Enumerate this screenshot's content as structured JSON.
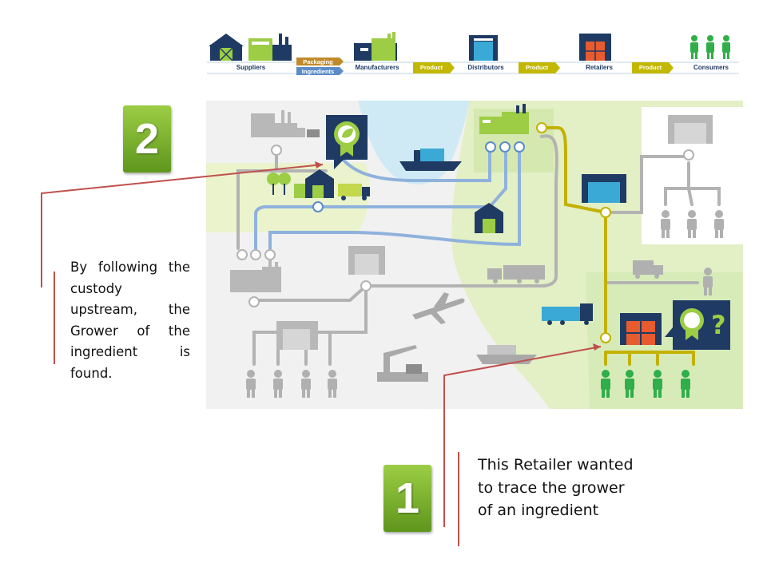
{
  "header": {
    "stages": [
      {
        "label": "Suppliers"
      },
      {
        "label": "Manufacturers"
      },
      {
        "label": "Distributors"
      },
      {
        "label": "Retailers"
      },
      {
        "label": "Consumers"
      }
    ],
    "arrows": {
      "packaging": "Packaging",
      "ingredients": "Ingredients",
      "product_1": "Product",
      "product_2": "Product",
      "product_3": "Product"
    }
  },
  "steps": {
    "step1": {
      "number": "1",
      "text": "This Retailer wanted to trace the grower of an ingredient"
    },
    "step2": {
      "number": "2",
      "text": "By following the custody upstream, the Grower of the ingredient is found."
    }
  },
  "colors": {
    "navy": "#1f3b63",
    "green": "#9ccd45",
    "olive_arrow": "#c3b800",
    "blue_arrow": "#5b8cc8",
    "brown_arrow": "#c08a2a",
    "light_blue_zone": "#cfeaf4",
    "light_green_zone": "#e6f0c7",
    "gray": "#a9a9a9",
    "red_line": "#c0504d",
    "path_blue": "#8fb2dc",
    "path_gold": "#c3b100"
  }
}
